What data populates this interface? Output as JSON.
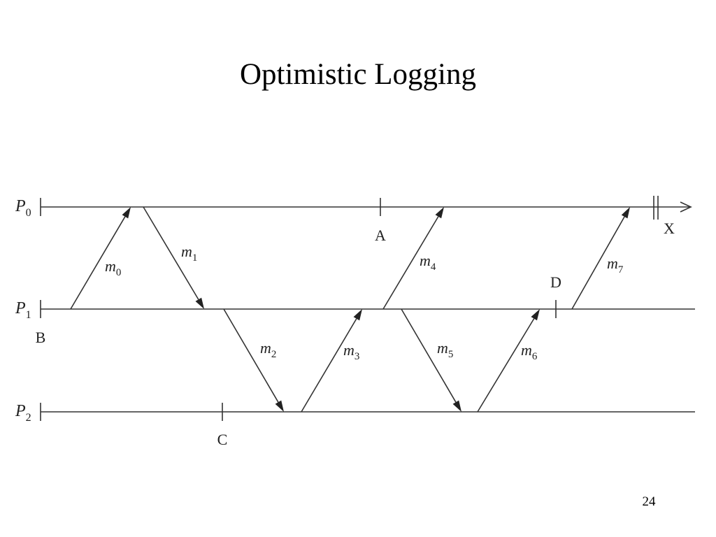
{
  "slide": {
    "title": "Optimistic Logging",
    "page_number": "24"
  },
  "processes": [
    {
      "id": "p0",
      "name": "P",
      "sub": "0"
    },
    {
      "id": "p1",
      "name": "P",
      "sub": "1"
    },
    {
      "id": "p2",
      "name": "P",
      "sub": "2"
    }
  ],
  "checkpoints": [
    {
      "id": "A",
      "label": "A",
      "process": "p0"
    },
    {
      "id": "B",
      "label": "B",
      "process": "p1"
    },
    {
      "id": "C",
      "label": "C",
      "process": "p2"
    },
    {
      "id": "D",
      "label": "D",
      "process": "p1"
    }
  ],
  "failure": {
    "label": "X",
    "process": "p0"
  },
  "messages": [
    {
      "id": "m0",
      "name": "m",
      "sub": "0",
      "from": "p1",
      "to": "p0"
    },
    {
      "id": "m1",
      "name": "m",
      "sub": "1",
      "from": "p0",
      "to": "p1"
    },
    {
      "id": "m2",
      "name": "m",
      "sub": "2",
      "from": "p1",
      "to": "p2"
    },
    {
      "id": "m3",
      "name": "m",
      "sub": "3",
      "from": "p2",
      "to": "p1"
    },
    {
      "id": "m4",
      "name": "m",
      "sub": "4",
      "from": "p1",
      "to": "p0"
    },
    {
      "id": "m5",
      "name": "m",
      "sub": "5",
      "from": "p1",
      "to": "p2"
    },
    {
      "id": "m6",
      "name": "m",
      "sub": "6",
      "from": "p2",
      "to": "p1"
    },
    {
      "id": "m7",
      "name": "m",
      "sub": "7",
      "from": "p1",
      "to": "p0"
    }
  ]
}
